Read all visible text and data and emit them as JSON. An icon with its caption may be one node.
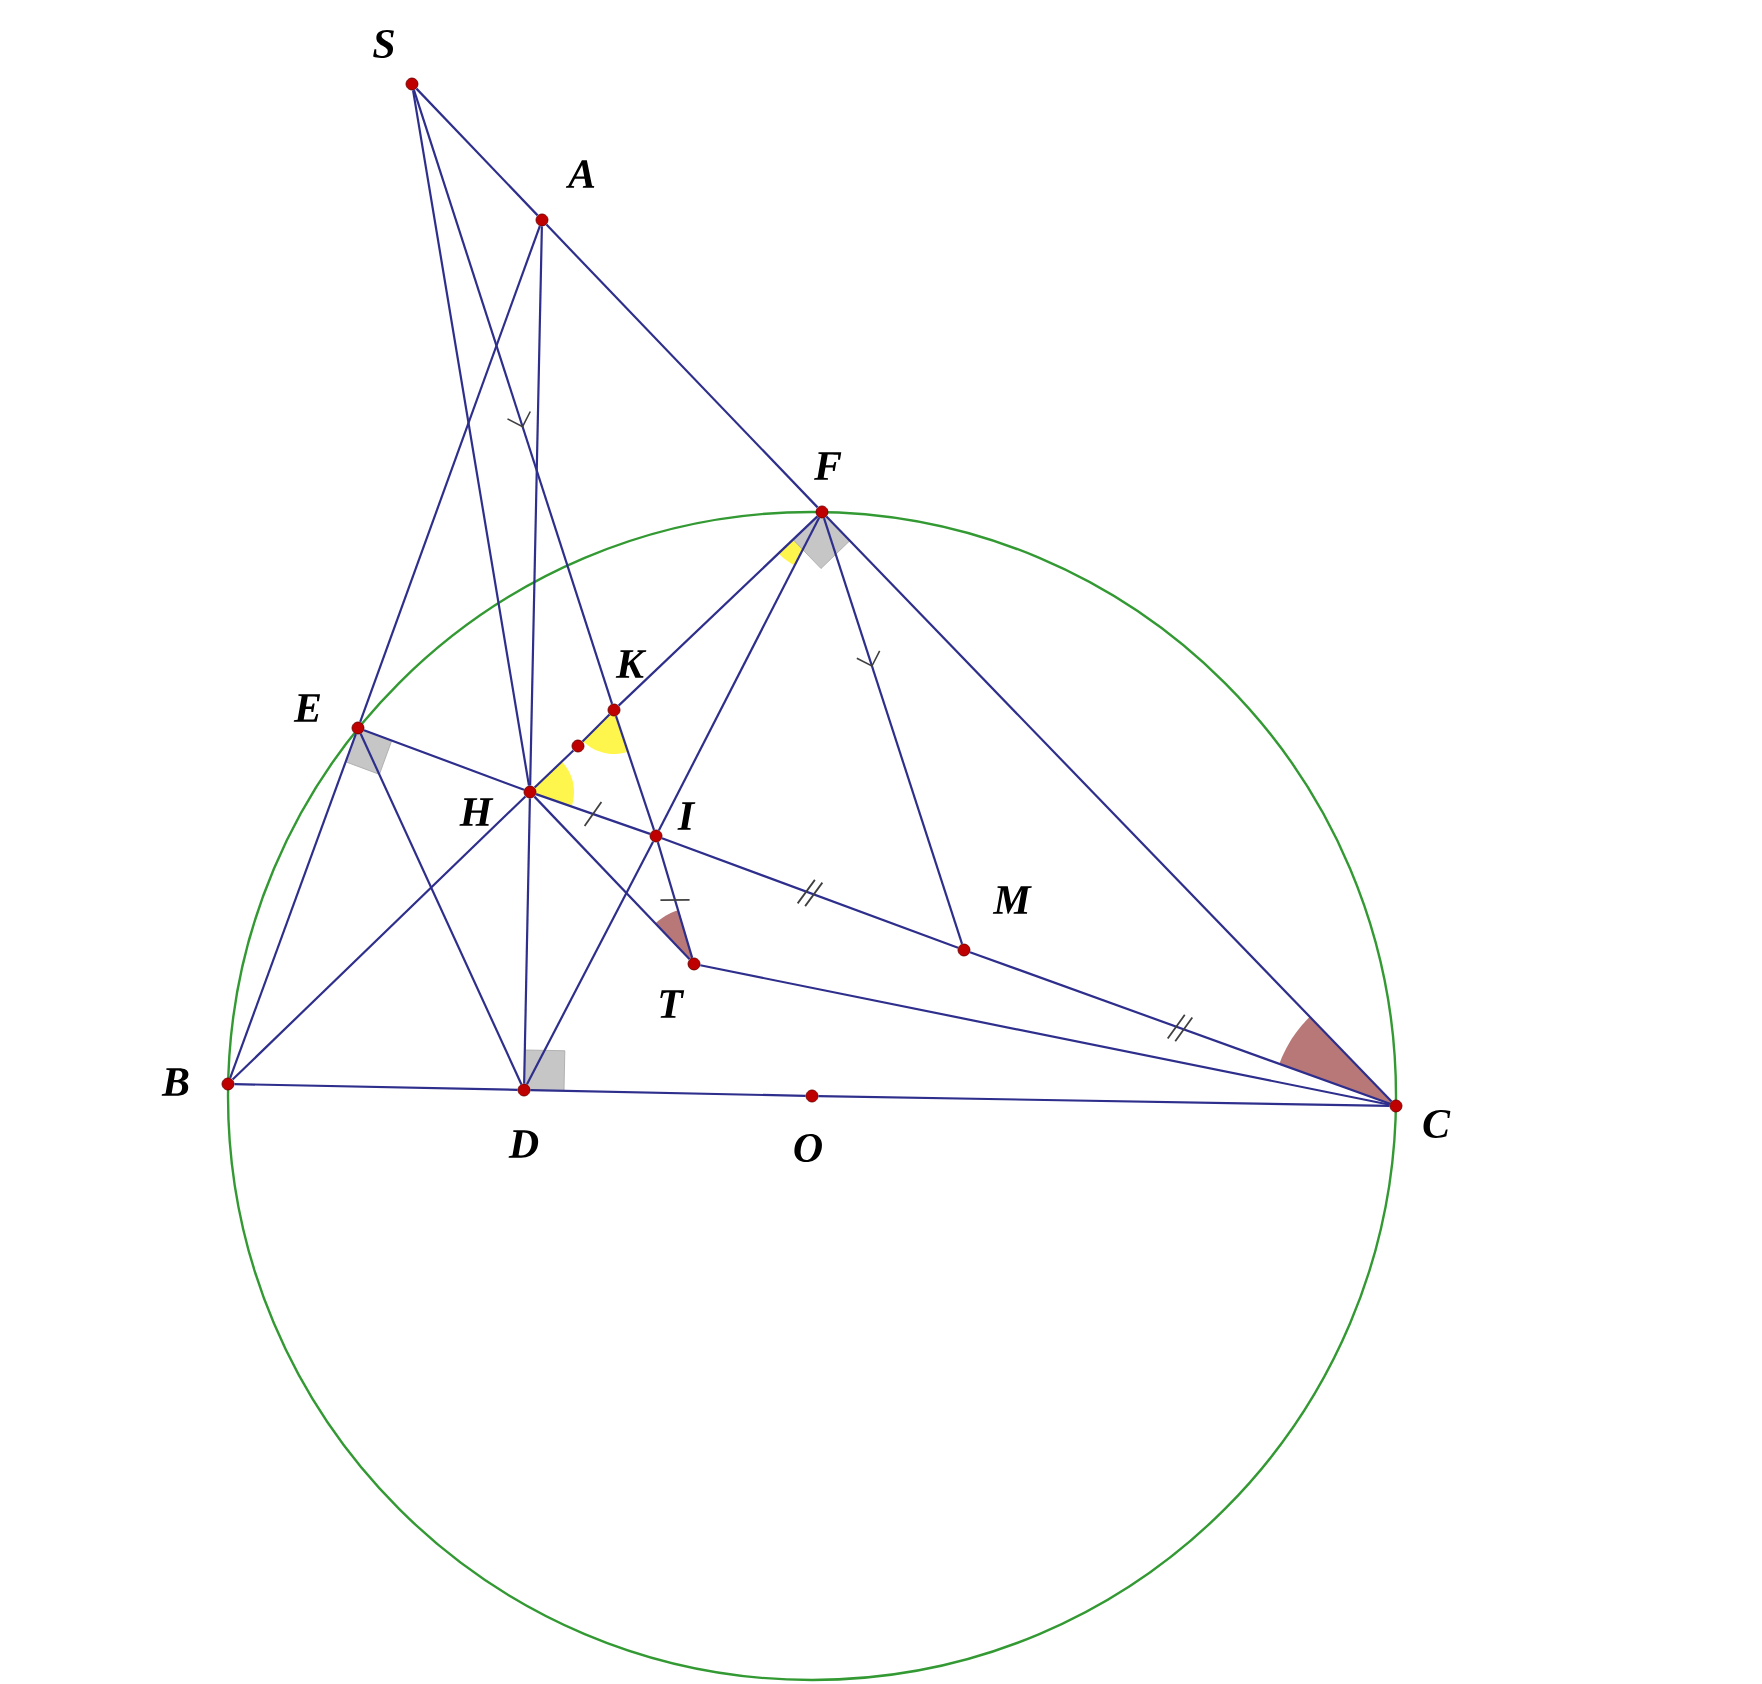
{
  "diagram": {
    "nodes": [
      {
        "text": [
          "S"
        ]
      },
      {
        "text": [
          "A"
        ]
      },
      {
        "text": [
          "F"
        ]
      },
      {
        "text": [
          "K"
        ]
      },
      {
        "text": [
          "E"
        ]
      },
      {
        "text": [
          "H"
        ]
      },
      {
        "text": [
          "I"
        ]
      },
      {
        "text": [
          "M"
        ]
      },
      {
        "text": [
          "T"
        ]
      },
      {
        "text": [
          "B"
        ]
      },
      {
        "text": [
          "D"
        ]
      },
      {
        "text": [
          "O"
        ]
      },
      {
        "text": [
          "C"
        ]
      },
      {
        "text": [],
        "shape": "circle"
      }
    ],
    "edges": [
      {
        "from": 0,
        "to": 1,
        "arrow": "none"
      },
      {
        "from": 1,
        "to": 2,
        "arrow": "none"
      },
      {
        "from": 2,
        "to": 12,
        "arrow": "none"
      },
      {
        "from": 1,
        "to": 4,
        "arrow": "none"
      },
      {
        "from": 4,
        "to": 9,
        "arrow": "none"
      },
      {
        "from": 1,
        "to": 5,
        "arrow": "none"
      },
      {
        "from": 5,
        "to": 10,
        "arrow": "none"
      },
      {
        "from": 9,
        "to": 10,
        "arrow": "none"
      },
      {
        "from": 10,
        "to": 11,
        "arrow": "none"
      },
      {
        "from": 11,
        "to": 12,
        "arrow": "none"
      },
      {
        "from": 9,
        "to": 5,
        "arrow": "none"
      },
      {
        "from": 5,
        "to": 13,
        "arrow": "none"
      },
      {
        "from": 13,
        "to": 3,
        "arrow": "none"
      },
      {
        "from": 3,
        "to": 2,
        "arrow": "none"
      },
      {
        "from": 12,
        "to": 7,
        "arrow": "none"
      },
      {
        "from": 7,
        "to": 6,
        "arrow": "none"
      },
      {
        "from": 6,
        "to": 5,
        "arrow": "none"
      },
      {
        "from": 5,
        "to": 4,
        "arrow": "none"
      },
      {
        "from": 0,
        "to": 3,
        "arrow": "to"
      },
      {
        "from": 3,
        "to": 6,
        "arrow": "none"
      },
      {
        "from": 6,
        "to": 8,
        "arrow": "none"
      },
      {
        "from": 0,
        "to": 5,
        "arrow": "none"
      },
      {
        "from": 8,
        "to": 12,
        "arrow": "none"
      },
      {
        "from": 2,
        "to": 7,
        "arrow": "to"
      },
      {
        "from": 2,
        "to": 6,
        "arrow": "none"
      },
      {
        "from": 6,
        "to": 10,
        "arrow": "none"
      },
      {
        "from": 4,
        "to": 10,
        "arrow": "none"
      },
      {
        "from": 5,
        "to": 8,
        "arrow": "none"
      }
    ]
  }
}
